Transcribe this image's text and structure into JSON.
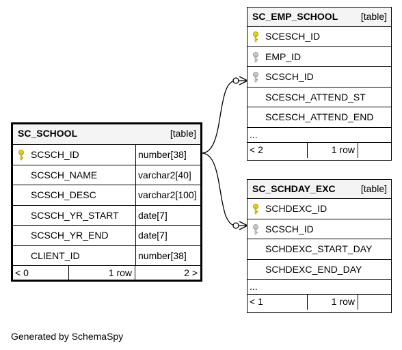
{
  "tables": {
    "sc_school": {
      "name": "SC_SCHOOL",
      "tag": "[table]",
      "columns": [
        {
          "name": "SCSCH_ID",
          "type": "number[38]",
          "key": "primary"
        },
        {
          "name": "SCSCH_NAME",
          "type": "varchar2[40]",
          "key": ""
        },
        {
          "name": "SCSCH_DESC",
          "type": "varchar2[100]",
          "key": ""
        },
        {
          "name": "SCSCH_YR_START",
          "type": "date[7]",
          "key": ""
        },
        {
          "name": "SCSCH_YR_END",
          "type": "date[7]",
          "key": ""
        },
        {
          "name": "CLIENT_ID",
          "type": "number[38]",
          "key": ""
        }
      ],
      "footer": {
        "parents": "< 0",
        "rows": "1 row",
        "children": "2 >"
      }
    },
    "sc_emp_school": {
      "name": "SC_EMP_SCHOOL",
      "tag": "[table]",
      "columns": [
        {
          "name": "SCESCH_ID",
          "key": "primary"
        },
        {
          "name": "EMP_ID",
          "key": "foreign"
        },
        {
          "name": "SCSCH_ID",
          "key": "foreign"
        },
        {
          "name": "SCESCH_ATTEND_ST",
          "key": ""
        },
        {
          "name": "SCESCH_ATTEND_END",
          "key": ""
        }
      ],
      "ellipsis": "...",
      "footer": {
        "parents": "< 2",
        "rows": "1 row",
        "children": ""
      }
    },
    "sc_schday_exc": {
      "name": "SC_SCHDAY_EXC",
      "tag": "[table]",
      "columns": [
        {
          "name": "SCHDEXC_ID",
          "key": "primary"
        },
        {
          "name": "SCSCH_ID",
          "key": "foreign"
        },
        {
          "name": "SCHDEXC_START_DAY",
          "key": ""
        },
        {
          "name": "SCHDEXC_END_DAY",
          "key": ""
        }
      ],
      "ellipsis": "...",
      "footer": {
        "parents": "< 1",
        "rows": "1 row",
        "children": ""
      }
    }
  },
  "key_colors": {
    "primary": "#e8d200",
    "foreign": "#a8a8a8"
  },
  "credit": "Generated by SchemaSpy"
}
